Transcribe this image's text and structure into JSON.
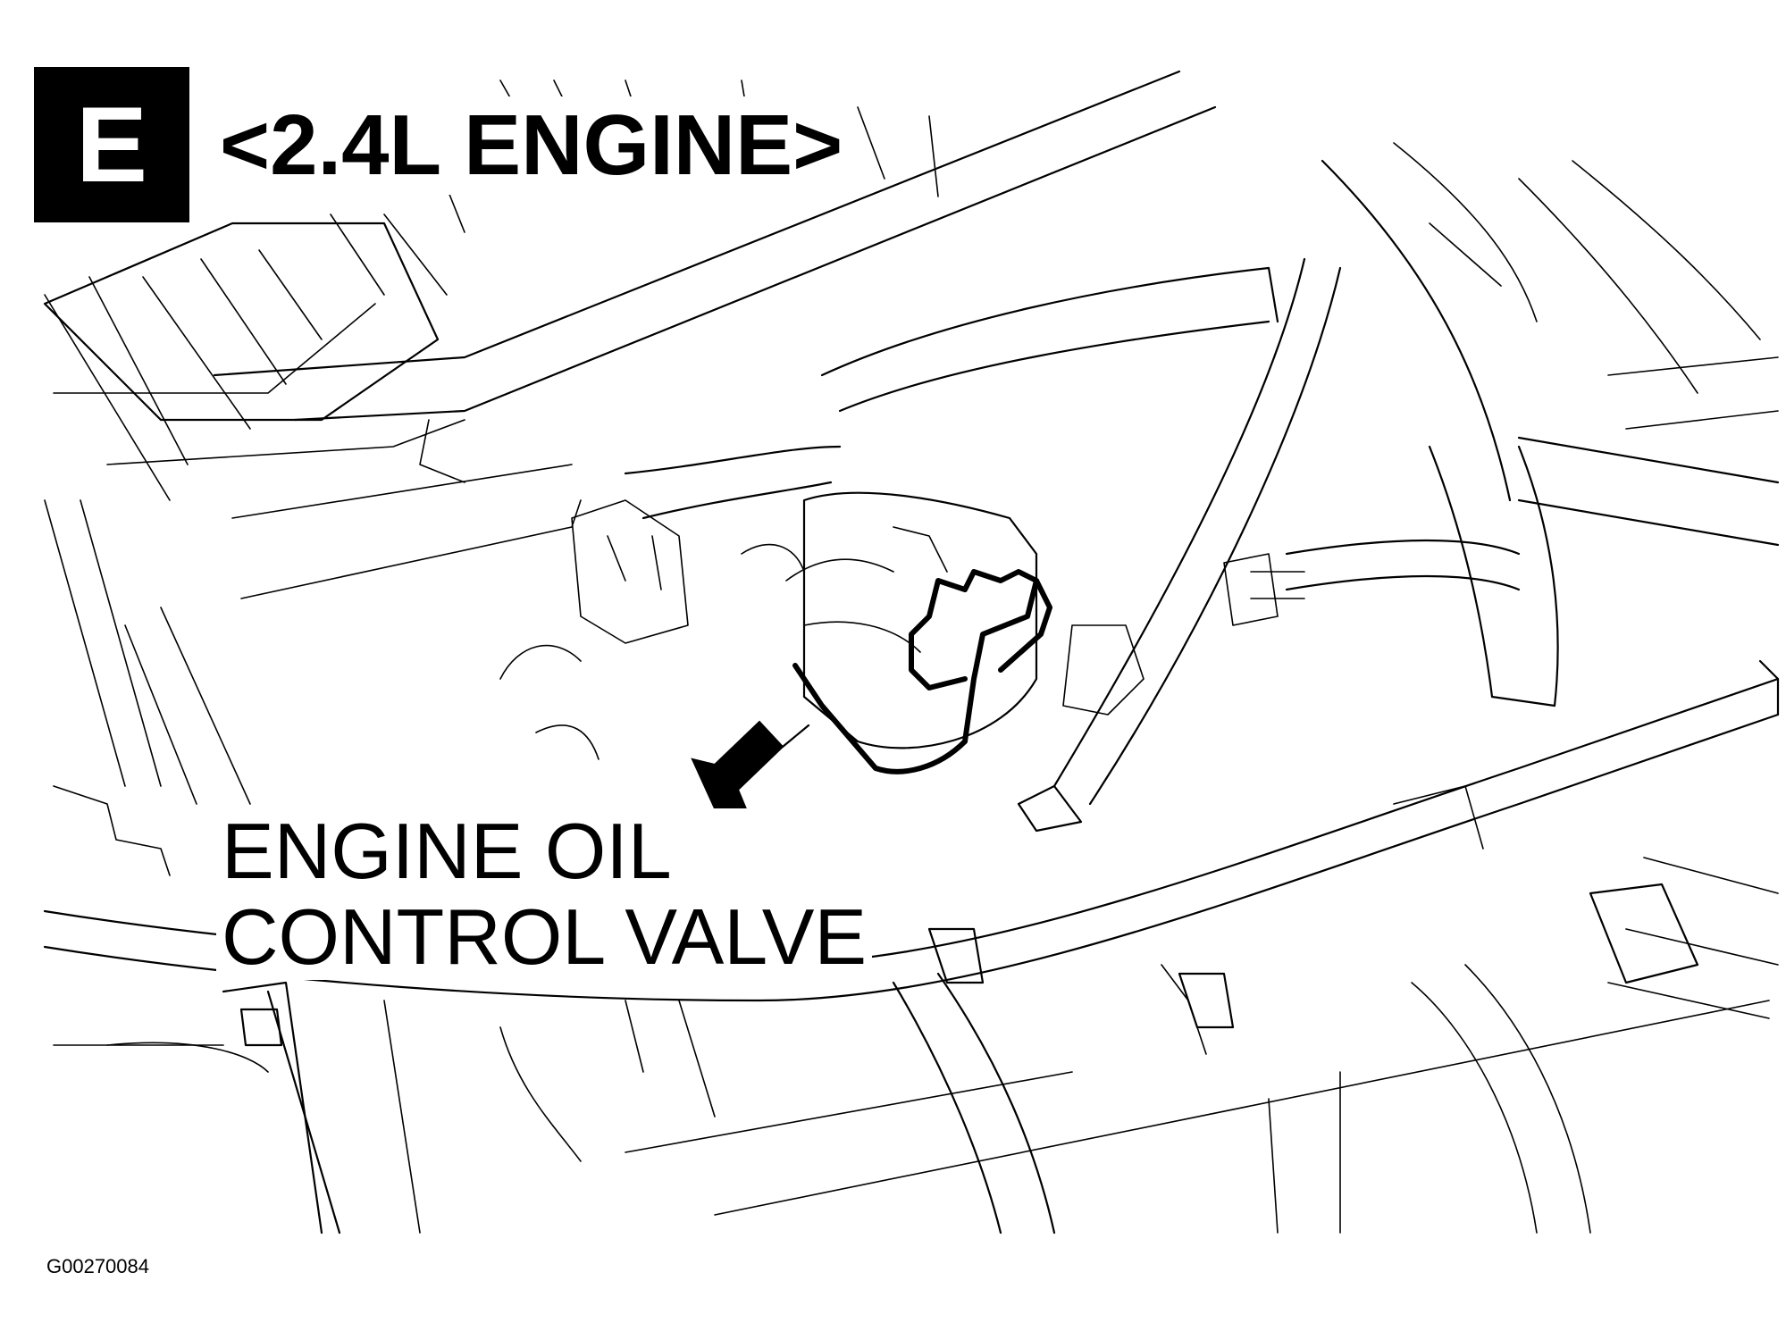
{
  "badge": {
    "letter": "E"
  },
  "title": "<2.4L ENGINE>",
  "callout": {
    "line1": "ENGINE OIL",
    "line2": "CONTROL VALVE"
  },
  "ref_code": "G00270084",
  "icons": {
    "pointer": "arrow-pointer-icon"
  }
}
